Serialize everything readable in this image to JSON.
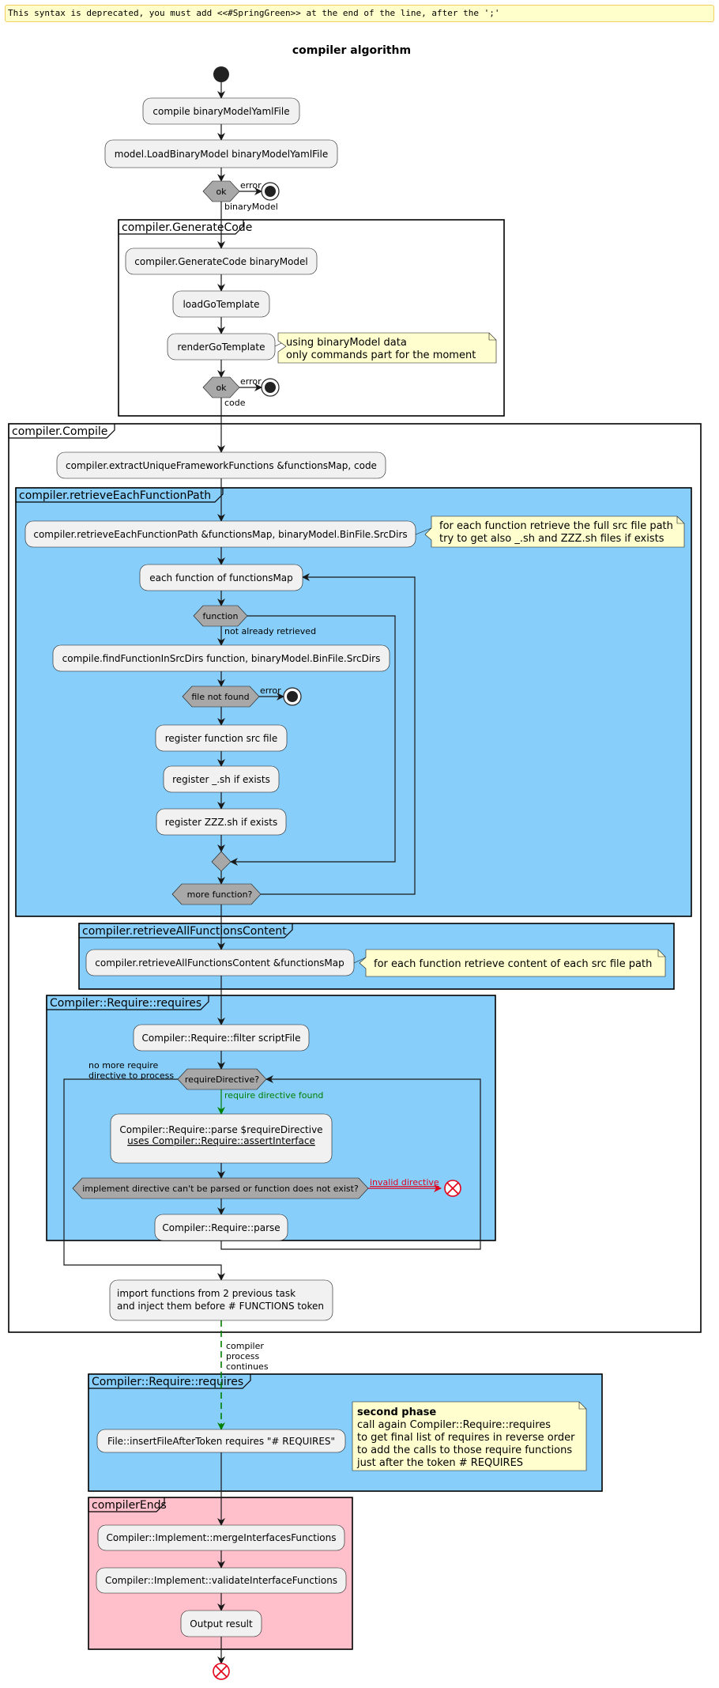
{
  "warning": "This syntax is deprecated, you must add <<#SpringGreen>> at the end of the line, after the ';'",
  "title": "compiler algorithm",
  "colors": {
    "activity_fill": "#f1f1f1",
    "decision_fill": "#a8a8a8",
    "note_fill": "#fefece",
    "partition_blue": "#87cefa",
    "partition_pink": "#ffc0cb",
    "green": "#008000",
    "red": "#e2001a"
  },
  "activities": {
    "compile_yaml": "compile binaryModelYamlFile",
    "load_binary": "model.LoadBinaryModel binaryModelYamlFile",
    "generate_code": "compiler.GenerateCode binaryModel",
    "load_go_template": "loadGoTemplate",
    "render_go_template": "renderGoTemplate",
    "extract_functions": "compiler.extractUniqueFrameworkFunctions &functionsMap, code",
    "retrieve_each": "compiler.retrieveEachFunctionPath &functionsMap, binaryModel.BinFile.SrcDirs",
    "each_function": "each function of functionsMap",
    "find_function": "compile.findFunctionInSrcDirs function, binaryModel.BinFile.SrcDirs",
    "register_src": "register function src file",
    "register_underscore": "register _.sh if exists",
    "register_zzz": "register ZZZ.sh if exists",
    "retrieve_all": "compiler.retrieveAllFunctionsContent &functionsMap",
    "filter_script": "Compiler::Require::filter scriptFile",
    "parse_directive_1": "Compiler::Require::parse $requireDirective",
    "parse_directive_2": "uses Compiler::Require::assertInterface",
    "require_parse": "Compiler::Require::parse",
    "import_functions_1": "import functions from 2 previous task",
    "import_functions_2": "and inject them before # FUNCTIONS token",
    "insert_file": "File::insertFileAfterToken requires \"# REQUIRES\"",
    "merge_interfaces": "Compiler::Implement::mergeInterfacesFunctions",
    "validate_interfaces": "Compiler::Implement::validateInterfaceFunctions",
    "output_result": "Output result"
  },
  "decisions": {
    "ok_1": "ok",
    "ok_2": "ok",
    "function": "function",
    "file_not_found": "file not found",
    "more_function": "more function?",
    "require_directive": "requireDirective?",
    "implement_directive": "implement directive can't be parsed or function does not exist?"
  },
  "edge_labels": {
    "error_1": "error",
    "binary_model": "binaryModel",
    "error_2": "error",
    "code": "code",
    "not_already_retrieved": "not already retrieved",
    "error_3": "error",
    "no_more_require_1": "no more require",
    "no_more_require_2": "directive to process",
    "require_found": "require directive found",
    "invalid_directive": "invalid directive",
    "compiler_process_1": "compiler",
    "compiler_process_2": "process",
    "compiler_process_3": "continues"
  },
  "partitions": {
    "generate_code": "compiler.GenerateCode",
    "compile": "compiler.Compile",
    "retrieve_each": "compiler.retrieveEachFunctionPath",
    "retrieve_all": "compiler.retrieveAllFunctionsContent",
    "requires_1": "Compiler::Require::requires",
    "requires_2": "Compiler::Require::requires",
    "compiler_ends": "compilerEnds"
  },
  "notes": {
    "render_1": "using binaryModel data",
    "render_2": "only commands part for the moment",
    "retrieve_each_1": "for each function retrieve the full src file path",
    "retrieve_each_2": "try to get also _.sh and ZZZ.sh files if exists",
    "retrieve_all_1": "for each function retrieve content of each src file path",
    "second_phase_title": "second phase",
    "second_phase_1": "call again Compiler::Require::requires",
    "second_phase_2": "to get final list of requires in reverse order",
    "second_phase_3": "to add the calls to those require functions",
    "second_phase_4": "just after the token # REQUIRES"
  }
}
